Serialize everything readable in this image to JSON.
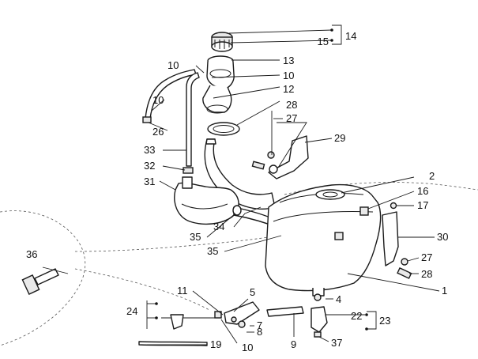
{
  "callouts": [
    {
      "id": "c14",
      "text": "14"
    },
    {
      "id": "c15",
      "text": "15"
    },
    {
      "id": "c10a",
      "text": "10"
    },
    {
      "id": "c13",
      "text": "13"
    },
    {
      "id": "c10b",
      "text": "10"
    },
    {
      "id": "c12",
      "text": "12"
    },
    {
      "id": "c10c",
      "text": "10"
    },
    {
      "id": "c26",
      "text": "26"
    },
    {
      "id": "c28a",
      "text": "28"
    },
    {
      "id": "c27a",
      "text": "27"
    },
    {
      "id": "c29",
      "text": "29"
    },
    {
      "id": "c33",
      "text": "33"
    },
    {
      "id": "c32",
      "text": "32"
    },
    {
      "id": "c31",
      "text": "31"
    },
    {
      "id": "c2",
      "text": "2"
    },
    {
      "id": "c16",
      "text": "16"
    },
    {
      "id": "c17",
      "text": "17"
    },
    {
      "id": "c34",
      "text": "34"
    },
    {
      "id": "c35a",
      "text": "35"
    },
    {
      "id": "c35b",
      "text": "35"
    },
    {
      "id": "c30",
      "text": "30"
    },
    {
      "id": "c36",
      "text": "36"
    },
    {
      "id": "c27b",
      "text": "27"
    },
    {
      "id": "c28b",
      "text": "28"
    },
    {
      "id": "c1",
      "text": "1"
    },
    {
      "id": "c11",
      "text": "11"
    },
    {
      "id": "c5",
      "text": "5"
    },
    {
      "id": "c4",
      "text": "4"
    },
    {
      "id": "c24",
      "text": "24"
    },
    {
      "id": "c7",
      "text": "7"
    },
    {
      "id": "c22",
      "text": "22"
    },
    {
      "id": "c23",
      "text": "23"
    },
    {
      "id": "c8",
      "text": "8"
    },
    {
      "id": "c9",
      "text": "9"
    },
    {
      "id": "c19",
      "text": "19"
    },
    {
      "id": "c10d",
      "text": "10"
    },
    {
      "id": "c37",
      "text": "37"
    }
  ]
}
